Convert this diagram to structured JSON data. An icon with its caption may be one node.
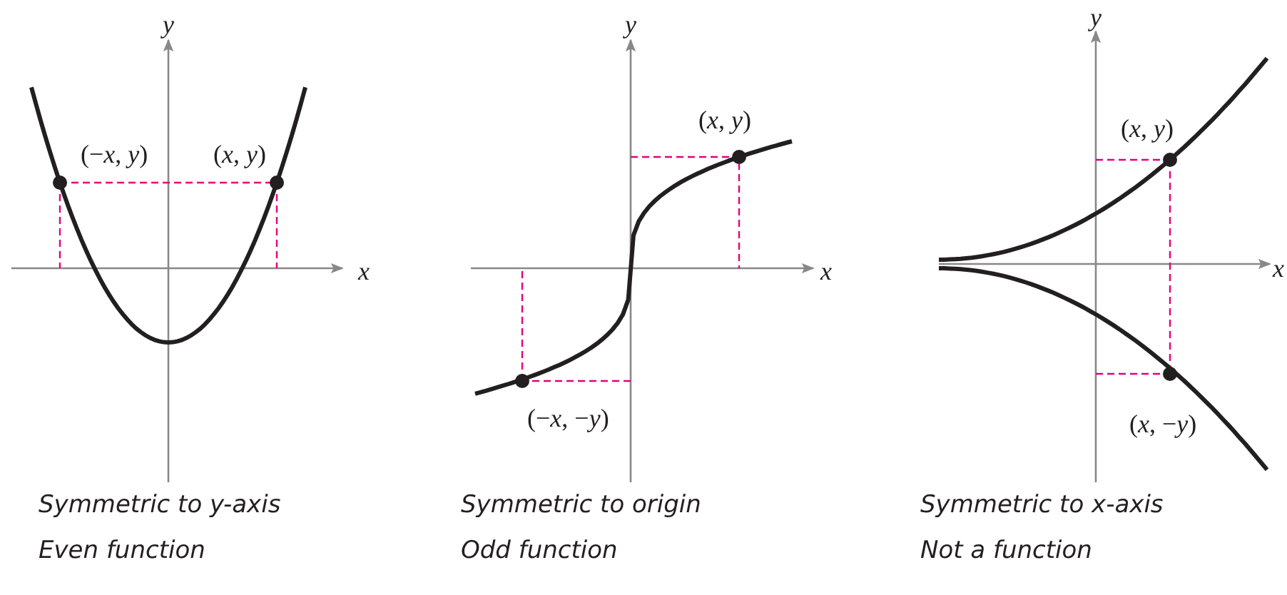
{
  "diagram": {
    "labels": [
      "y",
      "(−*x*, *y*)",
      "(*x*, *y*)",
      "x",
      "Symmetric to y-axis",
      "Even function",
      "y",
      "(*x*, *y*)",
      "x",
      "(−*x*, −*y*)",
      "Symmetric to origin",
      "Odd function",
      "y",
      "(*x*, *y*)",
      "x",
      "(*x*, −*y*)",
      "Symmetric to x-axis",
      "Not a function"
    ]
  }
}
